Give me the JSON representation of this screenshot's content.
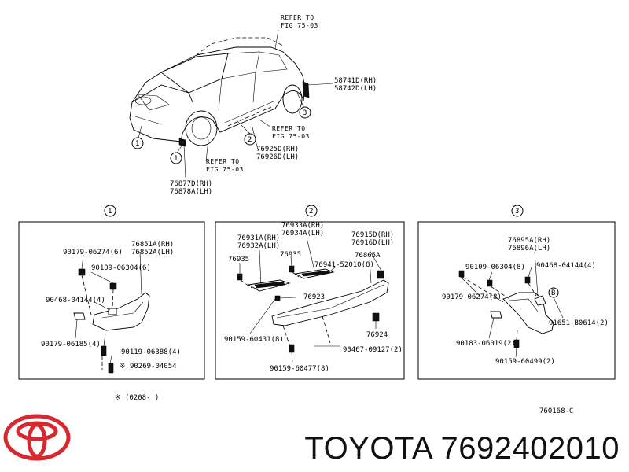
{
  "overview": {
    "refer_top": [
      "REFER TO",
      "FIG 75-03"
    ],
    "refer_mid": [
      "REFER TO",
      "FIG 75-03"
    ],
    "refer_low": [
      "REFER TO",
      "FIG 75-03"
    ],
    "callouts": [
      "1",
      "2",
      "3"
    ],
    "parts_rear": [
      "58741D(RH)",
      "58742D(LH)"
    ],
    "parts_side": [
      "76925D(RH)",
      "76926D(LH)"
    ],
    "parts_front": [
      "76877D(RH)",
      "76878A(LH)"
    ]
  },
  "panel1": {
    "number": "1",
    "labels": [
      "76851A(RH)",
      "76852A(LH)",
      "90179-06274(6)",
      "90109-06304(6)",
      "90468-04144(4)",
      "90179-06185(4)",
      "90119-06388(4)",
      "※ 90269-04054"
    ]
  },
  "panel2": {
    "number": "2",
    "labels": [
      "76933A(RH)",
      "76934A(LH)",
      "76931A(RH)",
      "76932A(LH)",
      "76935",
      "76935",
      "76915D(RH)",
      "76916D(LH)",
      "76865A",
      "76941-52010(8)",
      "76923",
      "76924",
      "90159-60431(8)",
      "90467-09127(2)",
      "90159-60477(8)"
    ]
  },
  "panel3": {
    "number": "3",
    "labels": [
      "76895A(RH)",
      "76896A(LH)",
      "90109-06304(8)",
      "90468-04144(4)",
      "90179-06274(8)",
      "B",
      "91651-B0614(2)",
      "90183-06019(2)",
      "90159-60499(2)"
    ]
  },
  "footnote": "※ (0208-      )",
  "figure_code": "760168-C",
  "brand_text": "TOYOTA 7692402010",
  "logo_icon": "toyota-logo-icon",
  "colors": {
    "ink": "#000000",
    "logo": "#d7282f",
    "background": "#ffffff"
  }
}
